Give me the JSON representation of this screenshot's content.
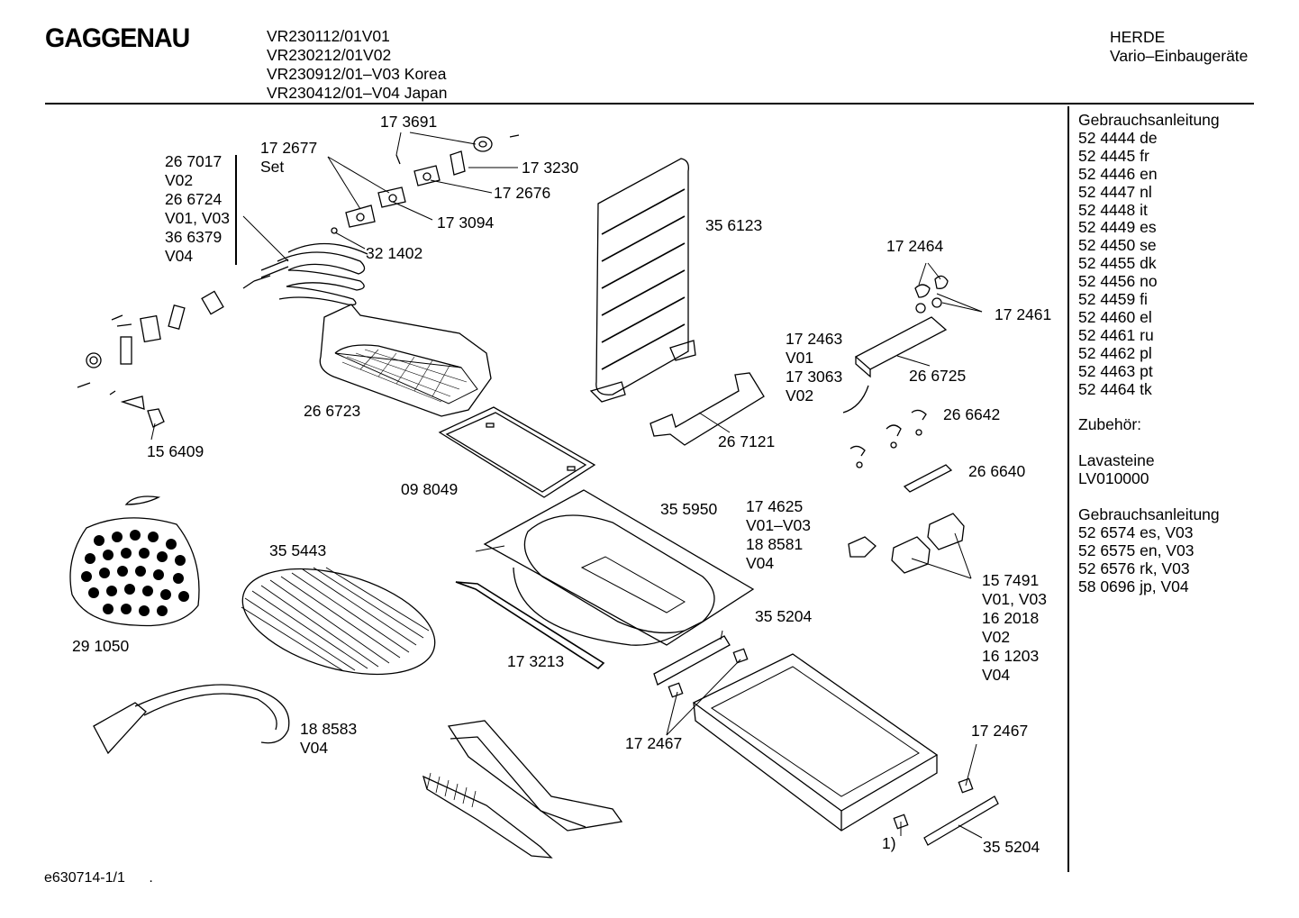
{
  "header": {
    "brand": "GAGGENAU",
    "models": [
      "VR230112/01V01",
      "VR230212/01V02",
      "VR230912/01–V03 Korea",
      "VR230412/01–V04 Japan"
    ],
    "category": "HERDE",
    "subcategory": "Vario–Einbaugeräte"
  },
  "sidebar": [
    "Gebrauchsanleitung",
    "52 4444 de",
    "52 4445 fr",
    "52 4446 en",
    "52 4447 nl",
    "52 4448 it",
    "52 4449 es",
    "52 4450 se",
    "52 4455 dk",
    "52 4456 no",
    "52 4459 fi",
    "52 4460 el",
    "52 4461 ru",
    "52 4462 pl",
    "52 4463 pt",
    "52 4464 tk",
    "",
    "Zubehör:",
    "",
    "Lavasteine",
    "LV010000",
    "",
    "Gebrauchsanleitung",
    "52 6574 es, V03",
    "52 6575 en, V03",
    "52 6576 rk, V03",
    "58 0696 jp, V04"
  ],
  "parts": {
    "p173691": "17 3691",
    "p172677": "17 2677",
    "p_set": "Set",
    "p173230": "17 3230",
    "p172676": "17 2676",
    "p173094": "17 3094",
    "p321402": "32 1402",
    "p267017": "26 7017",
    "v02a": "V02",
    "p266724": "26 6724",
    "v01v03": "V01, V03",
    "p366379": "36 6379",
    "v04a": "V04",
    "p356123": "35 6123",
    "p172464": "17 2464",
    "p172461": "17 2461",
    "p172463": "17 2463",
    "v01b": "V01",
    "p173063": "17 3063",
    "v02b": "V02",
    "p266725": "26 6725",
    "p266642": "26 6642",
    "p266640": "26 6640",
    "p266723": "26 6723",
    "p156409": "15 6409",
    "p267121": "26 7121",
    "p098049": "09 8049",
    "p355950": "35 5950",
    "p174625": "17 4625",
    "v01v03b": "V01–V03",
    "p188581": "18 8581",
    "v04b": "V04",
    "p355443": "35 5443",
    "p291050": "29 1050",
    "p355204a": "35 5204",
    "p157491": "15 7491",
    "v01v03c": "V01, V03",
    "p162018": "16 2018",
    "v02c": "V02",
    "p161203": "16 1203",
    "v04c": "V04",
    "p173213": "17 3213",
    "p172467a": "17 2467",
    "p188583": "18 8583",
    "v04d": "V04",
    "p172467b": "17 2467",
    "note1": "1)",
    "p355204b": "35 5204"
  },
  "footer": {
    "code": "e630714-1/1",
    "dot": "."
  }
}
